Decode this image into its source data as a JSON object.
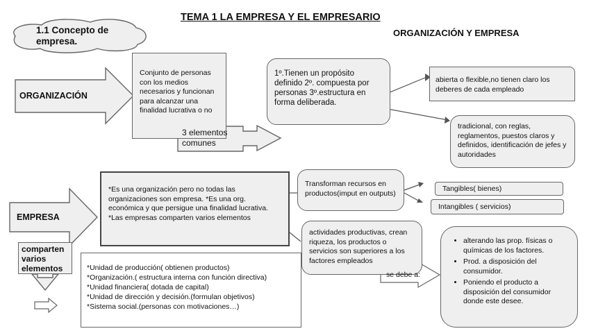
{
  "title": "TEMA 1 LA EMPRESA Y EL EMPRESARIO",
  "subtitle": "ORGANIZACIÓN Y EMPRESA",
  "cloud_label": "1.1 Concepto de empresa.",
  "organizacion": {
    "label": "ORGANIZACIÓN",
    "definition": "Conjunto de personas con los medios necesarios y funcionan para alcanzar una finalidad lucrativa o no",
    "elements_label": "3 elementos comunes",
    "list": "1º.Tienen un propósito definido 2º. compuesta por personas 3º.estructura en forma deliberada.",
    "open_structure": "abierta o flexible,no tienen claro los deberes de cada empleado",
    "traditional_structure": "tradicional, con reglas, reglamentos, puestos claros y definidos, identificación de jefes y autoridades"
  },
  "empresa": {
    "label": "EMPRESA",
    "description": "*Es una organización pero no todas las organizaciones son empresa. *Es una org. económica y que persigue una finalidad lucrativa. *Las empresas comparten varios elementos",
    "transform": "Transforman recursos en productos(imput en outputs)",
    "tangibles": "Tangibles( bienes)",
    "intangibles": "Intangibles ( servicios)",
    "productive": "actividades productivas, crean riqueza, los productos o servicios son superiores a los factores empleados",
    "due_to_label": "se debe a:",
    "reasons": [
      "alterando las prop. físicas o químicas de los factores.",
      "Prod. a disposición del consumidor.",
      "Poniendo el producto a disposición del consumidor donde este desee."
    ]
  },
  "shared": {
    "label": "comparten varios elementos",
    "elements": [
      "*Unidad de producción( obtienen productos)",
      "*Organización.( estructura interna con función directiva)",
      "*Unidad financiera( dotada de capital)",
      "*Unidad de dirección y decisión.(formulan objetivos)",
      "*Sistema social.(personas con motivaciones…)"
    ]
  }
}
